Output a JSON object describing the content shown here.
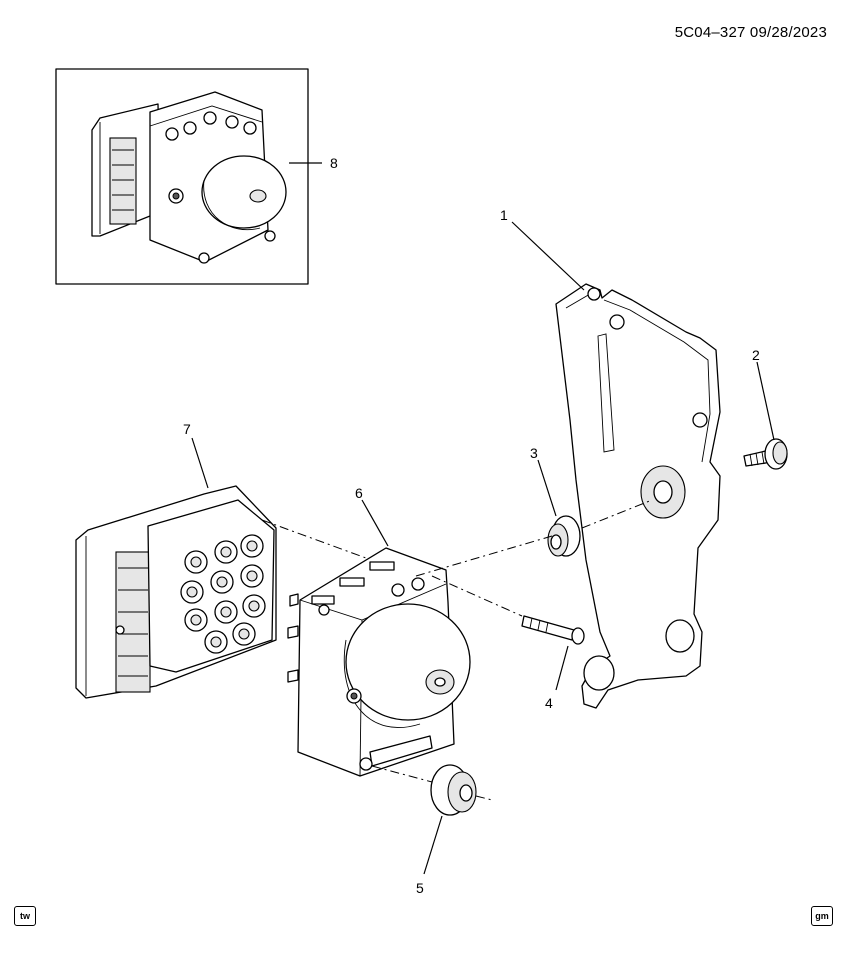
{
  "header": {
    "doc_id": "5C04–327  09/28/2023"
  },
  "footer": {
    "left_badge": "tw",
    "right_badge": "gm"
  },
  "callouts": {
    "c1": "1",
    "c2": "2",
    "c3": "3",
    "c4": "4",
    "c5": "5",
    "c6": "6",
    "c7": "7",
    "c8": "8"
  }
}
